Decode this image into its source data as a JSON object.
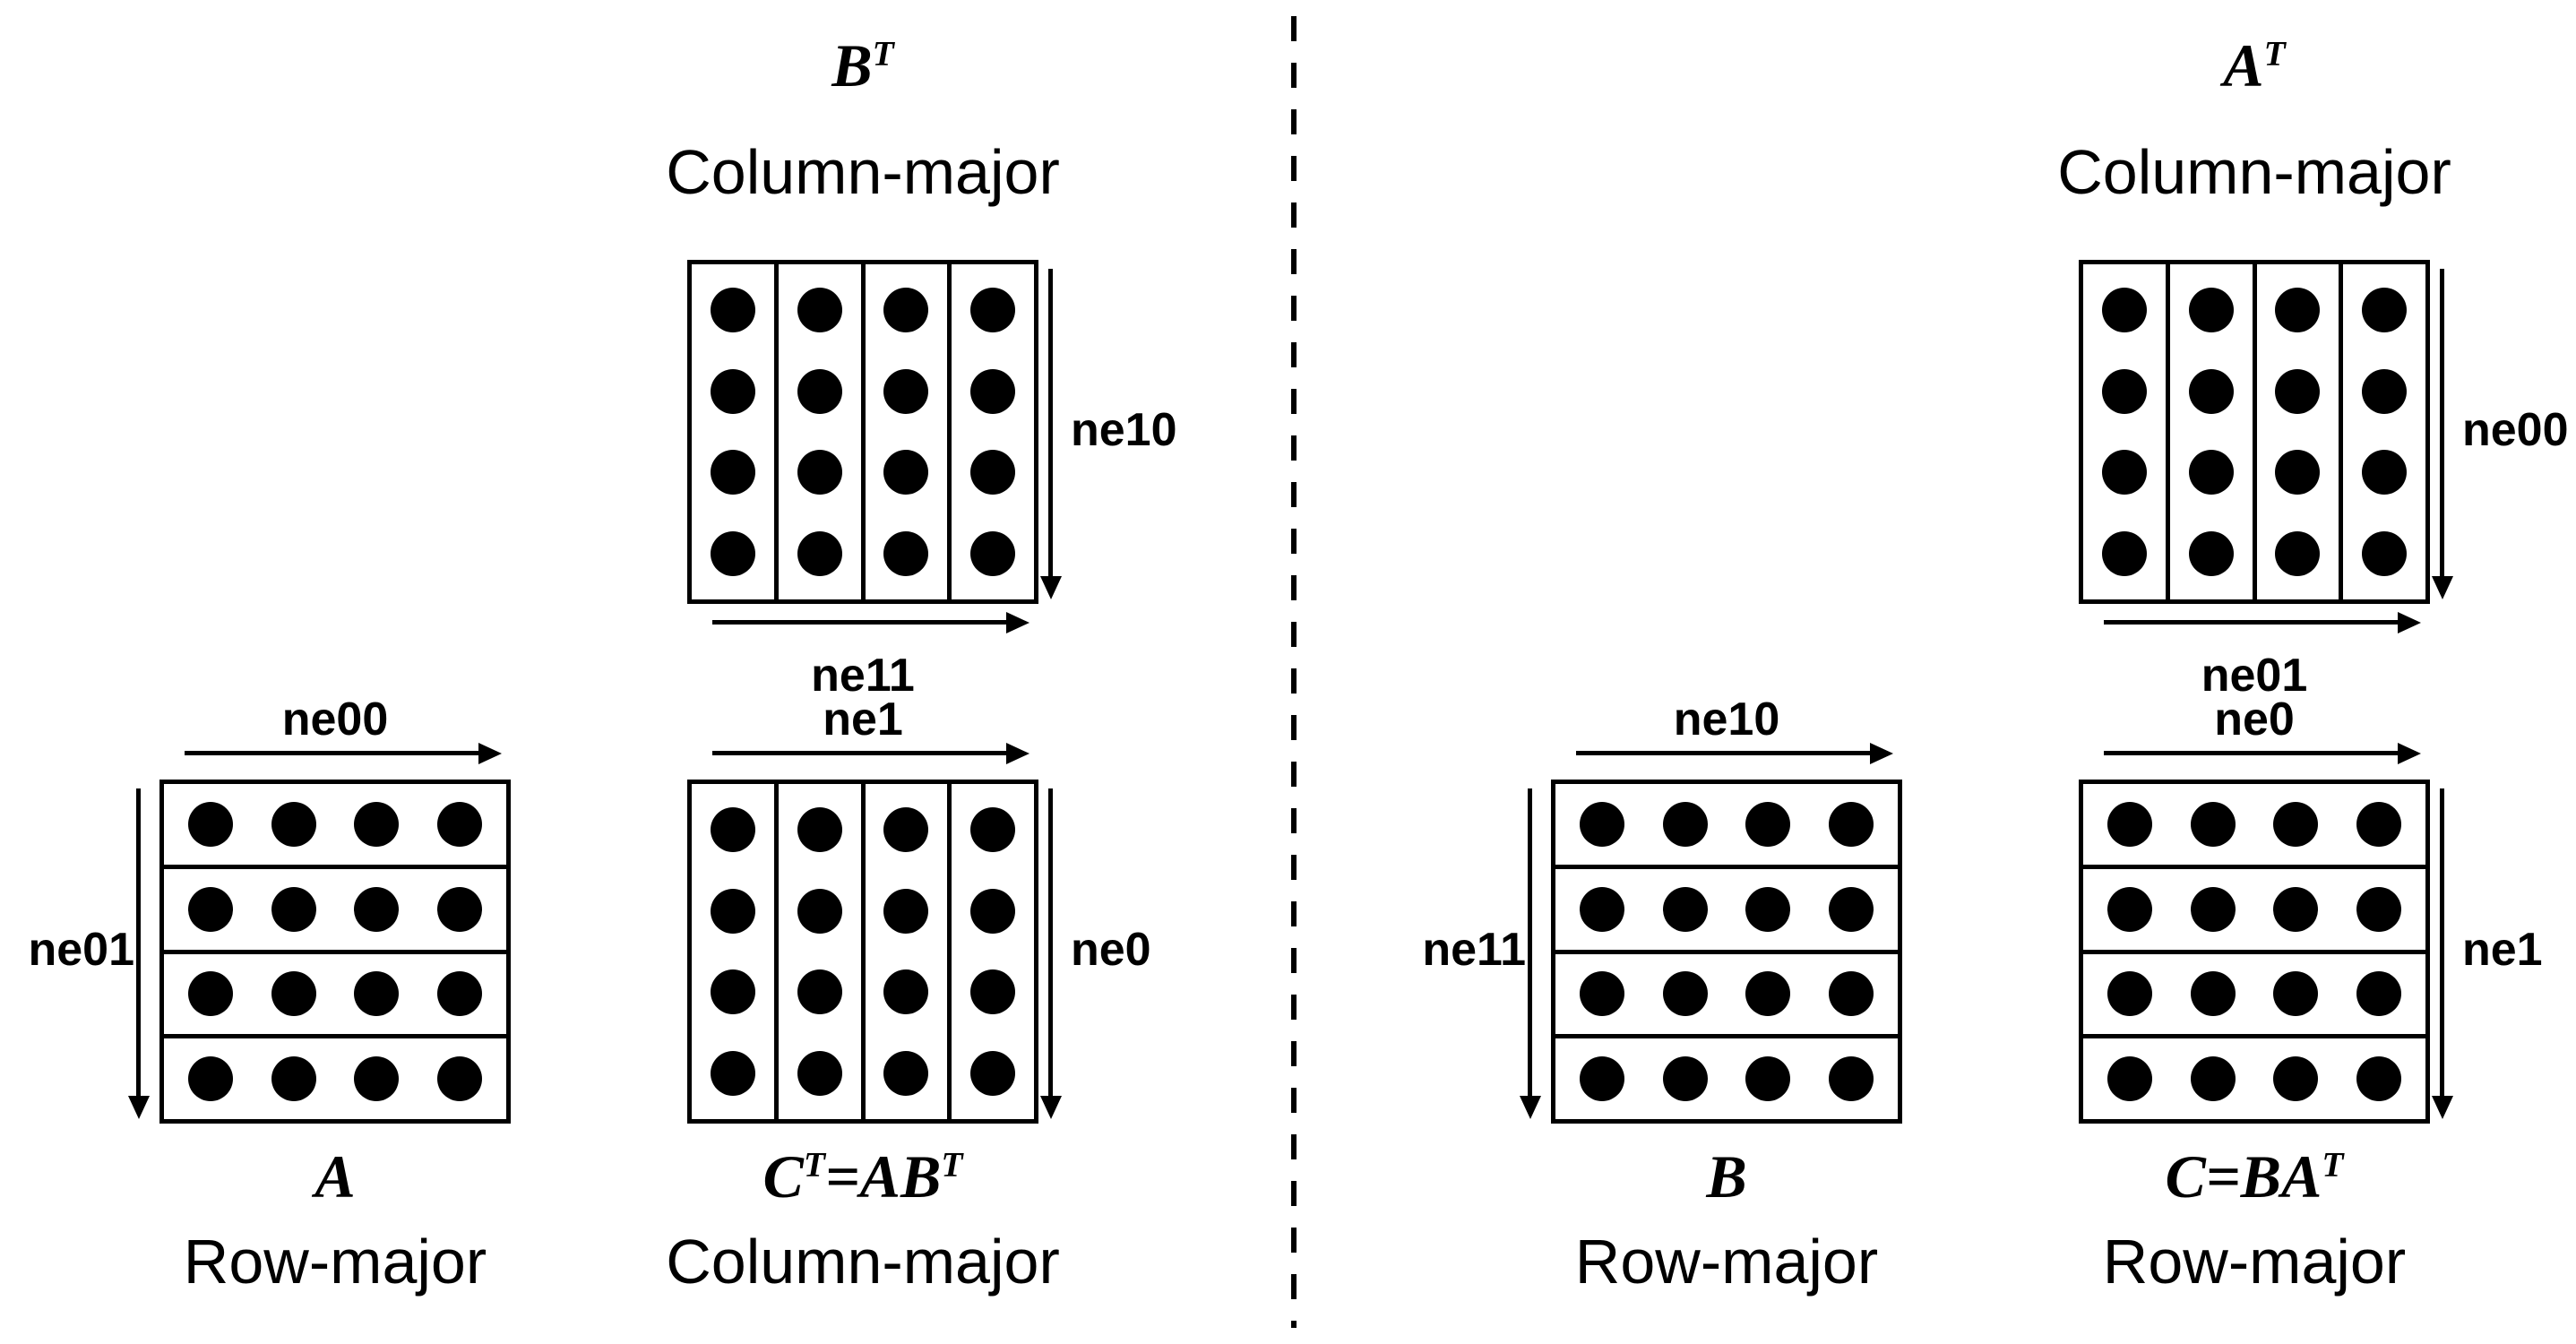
{
  "colors": {
    "ink": "#000000",
    "background": "#ffffff"
  },
  "dots": {
    "rows": 4,
    "cols": 4
  },
  "divider": {
    "style": "dashed-vertical"
  },
  "left_panel": {
    "bt": {
      "name_base": "B",
      "name_sup": "T",
      "major": "Column-major",
      "orientation": "column",
      "arrow_right_label": "ne10",
      "arrow_bottom_label": "ne11"
    },
    "a": {
      "name_base": "A",
      "major": "Row-major",
      "orientation": "row",
      "arrow_top_label": "ne00",
      "arrow_left_label": "ne01"
    },
    "ct": {
      "name_p1": "C",
      "name_s1": "T",
      "name_p2": "=AB",
      "name_s2": "T",
      "major": "Column-major",
      "orientation": "column",
      "arrow_top_label": "ne1",
      "arrow_right_label": "ne0"
    }
  },
  "right_panel": {
    "at": {
      "name_base": "A",
      "name_sup": "T",
      "major": "Column-major",
      "orientation": "column",
      "arrow_right_label": "ne00",
      "arrow_bottom_label": "ne01"
    },
    "b": {
      "name_base": "B",
      "major": "Row-major",
      "orientation": "row",
      "arrow_top_label": "ne10",
      "arrow_left_label": "ne11"
    },
    "c": {
      "name_p1": "C",
      "name_p2": "=BA",
      "name_s2": "T",
      "major": "Row-major",
      "orientation": "row",
      "arrow_top_label": "ne0",
      "arrow_right_label": "ne1"
    }
  }
}
